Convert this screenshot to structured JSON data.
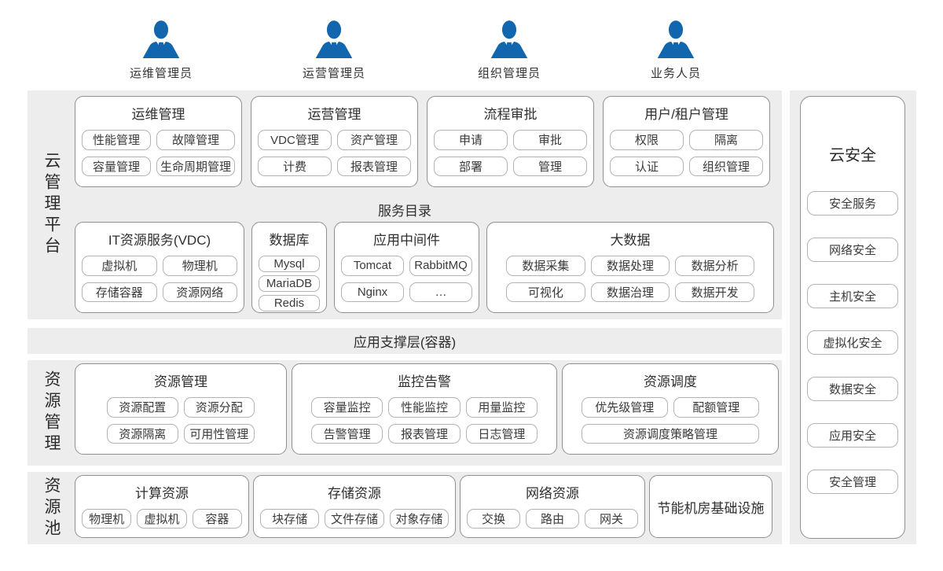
{
  "accent_color": "#1266ae",
  "panel_color": "#ededed",
  "actors": [
    {
      "label": "运维管理员"
    },
    {
      "label": "运营管理员"
    },
    {
      "label": "组织管理员"
    },
    {
      "label": "业务人员"
    }
  ],
  "cloud": {
    "label": "云管理平台",
    "row1": [
      {
        "title": "运维管理",
        "items": [
          "性能管理",
          "故障管理",
          "容量管理",
          "生命周期管理"
        ]
      },
      {
        "title": "运营管理",
        "items": [
          "VDC管理",
          "资产管理",
          "计费",
          "报表管理"
        ]
      },
      {
        "title": "流程审批",
        "items": [
          "申请",
          "审批",
          "部署",
          "管理"
        ]
      },
      {
        "title": "用户/租户管理",
        "items": [
          "权限",
          "隔离",
          "认证",
          "组织管理"
        ]
      }
    ],
    "catalog": "服务目录",
    "row2": [
      {
        "title": "IT资源服务(VDC)",
        "items": [
          "虚拟机",
          "物理机",
          "存储容器",
          "资源网络"
        ]
      },
      {
        "title": "数据库",
        "items": [
          "Mysql",
          "MariaDB",
          "Redis"
        ]
      },
      {
        "title": "应用中间件",
        "items": [
          "Tomcat",
          "RabbitMQ",
          "Nginx",
          "…"
        ]
      },
      {
        "title": "大数据",
        "items": [
          "数据采集",
          "数据处理",
          "数据分析",
          "可视化",
          "数据治理",
          "数据开发"
        ]
      }
    ]
  },
  "support": {
    "label": "应用支撑层(容器)"
  },
  "resource": {
    "label": "资源管理",
    "groups": [
      {
        "title": "资源管理",
        "items": [
          "资源配置",
          "资源分配",
          "资源隔离",
          "可用性管理"
        ]
      },
      {
        "title": "监控告警",
        "items": [
          "容量监控",
          "性能监控",
          "用量监控",
          "告警管理",
          "报表管理",
          "日志管理"
        ]
      },
      {
        "title": "资源调度",
        "items": [
          "优先级管理",
          "配额管理",
          "资源调度策略管理"
        ]
      }
    ]
  },
  "pool": {
    "label": "资源池",
    "groups": [
      {
        "title": "计算资源",
        "items": [
          "物理机",
          "虚拟机",
          "容器"
        ]
      },
      {
        "title": "存储资源",
        "items": [
          "块存储",
          "文件存储",
          "对象存储"
        ]
      },
      {
        "title": "网络资源",
        "items": [
          "交换",
          "路由",
          "网关"
        ]
      },
      {
        "title": "节能机房基础设施",
        "items": []
      }
    ]
  },
  "security": {
    "title": "云安全",
    "items": [
      "安全服务",
      "网络安全",
      "主机安全",
      "虚拟化安全",
      "数据安全",
      "应用安全",
      "安全管理"
    ]
  }
}
